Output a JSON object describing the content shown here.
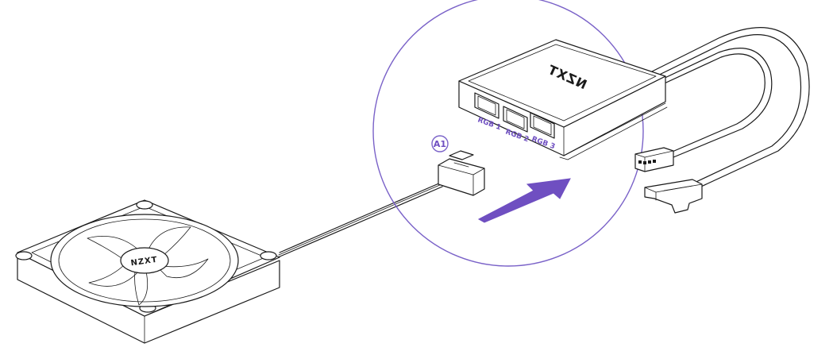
{
  "colors": {
    "accent": "#6f4fc1",
    "line": "#1a1a1a",
    "circle": "#7a62c8"
  },
  "callout": {
    "label": "A1"
  },
  "controller": {
    "logo": "NZXT",
    "ports": [
      "RGB 1",
      "RGB 2",
      "RGB 3"
    ]
  },
  "fan": {
    "logo": "NZXT"
  },
  "icons": {
    "direction": "arrow-icon",
    "fan": "fan-icon",
    "connector": "connector-icon"
  }
}
